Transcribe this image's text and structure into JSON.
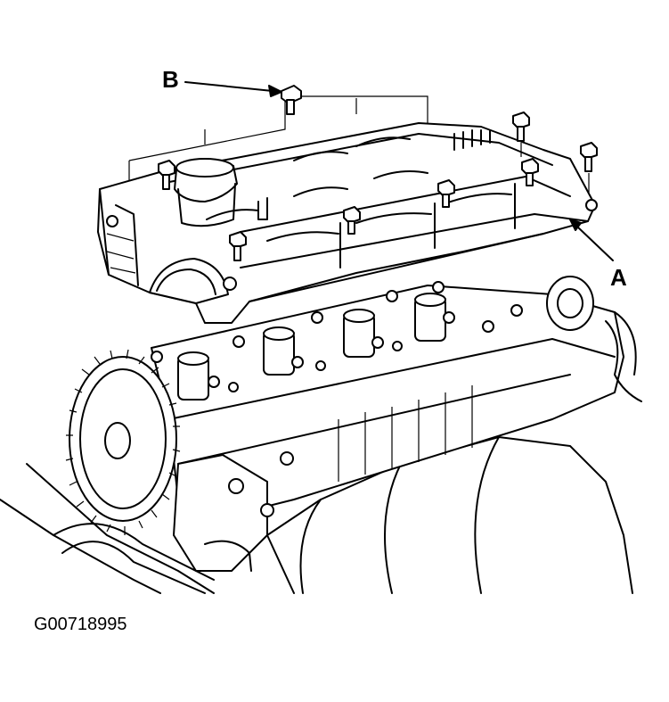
{
  "callouts": {
    "a": "A",
    "b": "B"
  },
  "figure_id": "G00718995"
}
